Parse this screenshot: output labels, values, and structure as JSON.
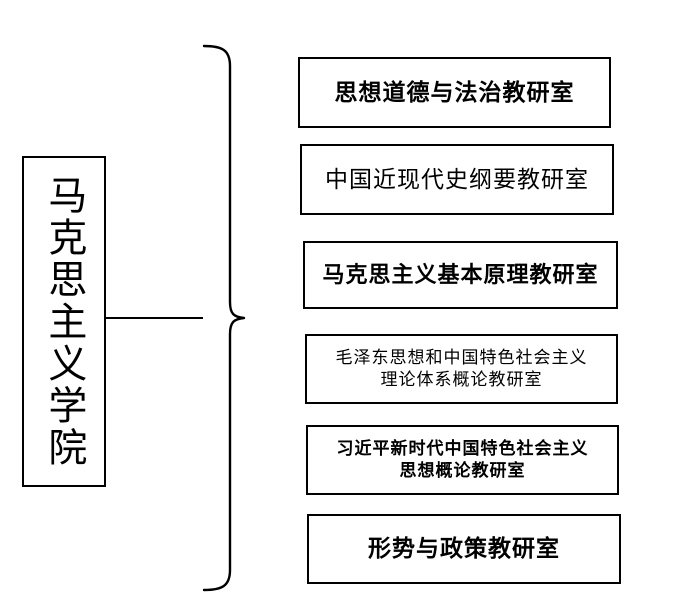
{
  "diagram": {
    "type": "organizational-tree",
    "orientation": "left-to-right",
    "root": {
      "label": "马克思主义学院",
      "text_direction": "vertical",
      "border_color": "#000000",
      "background_color": "#ffffff",
      "text_color": "#000000"
    },
    "connector": {
      "style": "curly-brace",
      "color": "#000000",
      "trunk_label": ""
    },
    "children": [
      {
        "id": "leaf-1",
        "label": "思想道德与法治教研室",
        "lines": [
          "思想道德与法治教研室"
        ],
        "weight": "bold",
        "size": "large"
      },
      {
        "id": "leaf-2",
        "label": "中国近现代史纲要教研室",
        "lines": [
          "中国近现代史纲要教研室"
        ],
        "weight": "normal",
        "size": "large"
      },
      {
        "id": "leaf-3",
        "label": "马克思主义基本原理教研室",
        "lines": [
          "马克思主义基本原理教研室"
        ],
        "weight": "bold",
        "size": "medium"
      },
      {
        "id": "leaf-4",
        "label": "毛泽东思想和中国特色社会主义理论体系概论教研室",
        "lines": [
          "毛泽东思想和中国特色社会主义",
          "理论体系概论教研室"
        ],
        "weight": "normal",
        "size": "small"
      },
      {
        "id": "leaf-5",
        "label": "习近平新时代中国特色社会主义思想概论教研室",
        "lines": [
          "习近平新时代中国特色社会主义",
          "思想概论教研室"
        ],
        "weight": "bold",
        "size": "small"
      },
      {
        "id": "leaf-6",
        "label": "形势与政策教研室",
        "lines": [
          "形势与政策教研室"
        ],
        "weight": "bold",
        "size": "large"
      }
    ]
  }
}
